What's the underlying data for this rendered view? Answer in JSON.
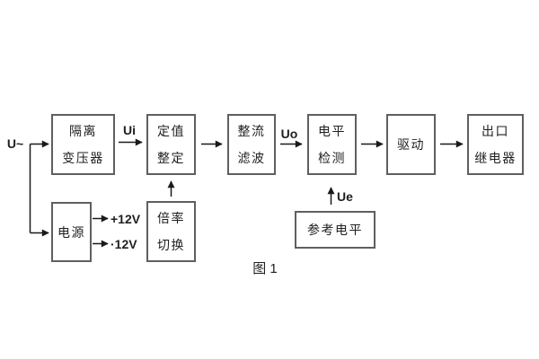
{
  "figure": {
    "caption": "图 1"
  },
  "boxes": {
    "isolation_transformer": "隔离\n变压器",
    "setting_adjust": "定值\n整定",
    "rectifier_filter": "整流\n滤波",
    "level_detector": "电平\n检测",
    "driver": "驱动",
    "output_relay": "出口\n继电器",
    "power_supply": "电源",
    "ratio_switch": "倍率\n切换",
    "reference_level": "参考电平"
  },
  "labels": {
    "input_voltage": "U~",
    "ui": "Ui",
    "uo": "Uo",
    "ue": "Ue",
    "rail_pos": "+12V",
    "rail_neg": "·12V"
  },
  "colors": {
    "background": "#ffffff",
    "box_border": "#5f5f5f",
    "line": "#1a1a1a",
    "text": "#1f1f1f"
  }
}
